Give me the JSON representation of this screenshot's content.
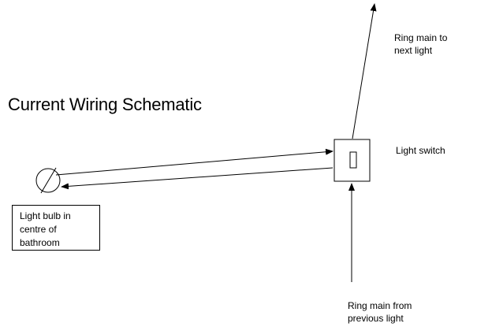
{
  "diagram": {
    "title": "Current Wiring Schematic",
    "labels": {
      "ring_main_next": "Ring main to\nnext light",
      "light_switch": "Light switch",
      "ring_main_previous": "Ring main from\nprevious light",
      "light_bulb": "Light bulb in\ncentre of\nbathroom"
    },
    "nodes": [
      {
        "id": "light-bulb",
        "kind": "bulb"
      },
      {
        "id": "light-switch",
        "kind": "switch"
      }
    ],
    "connections": [
      {
        "from": "light-bulb",
        "to": "light-switch"
      },
      {
        "from": "light-switch",
        "to": "light-bulb"
      },
      {
        "from": "ring-main-previous",
        "to": "light-switch"
      },
      {
        "from": "light-switch",
        "to": "ring-main-next"
      }
    ]
  }
}
